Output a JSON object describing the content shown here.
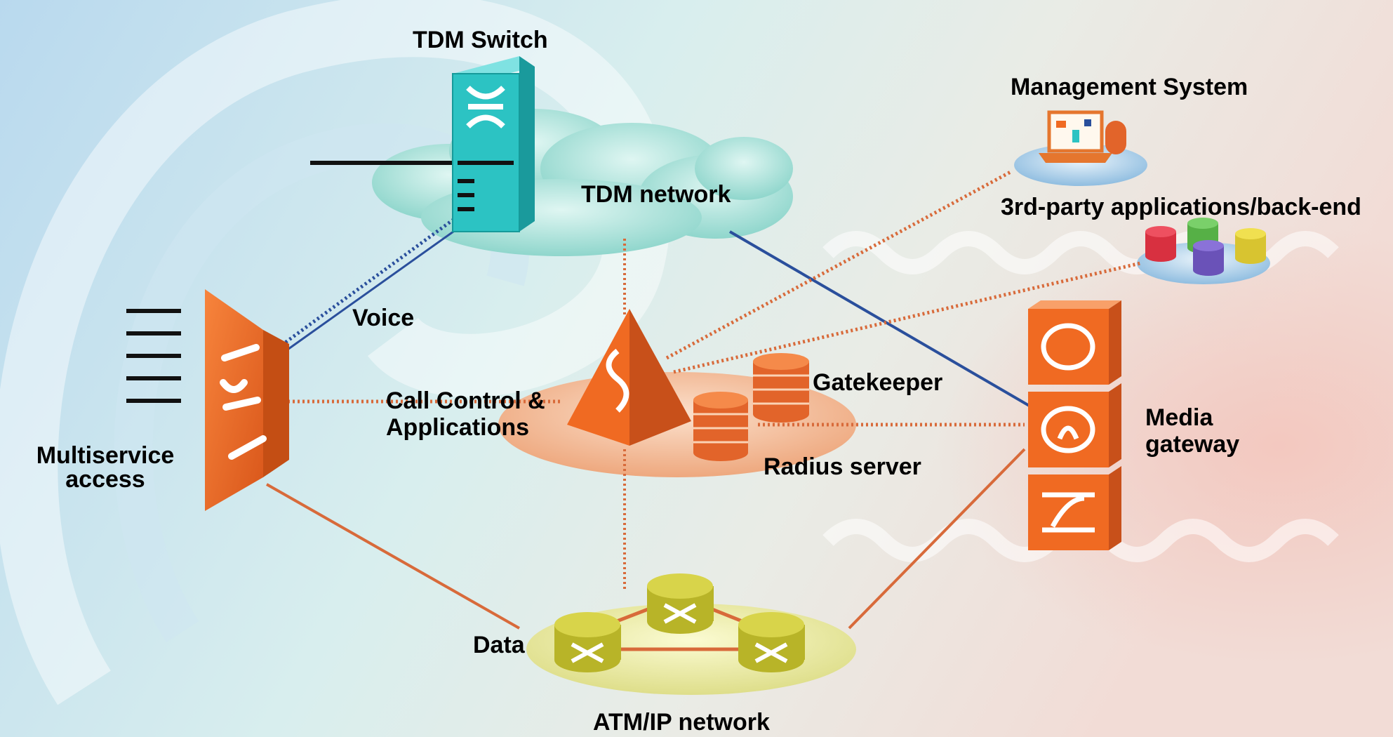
{
  "nodes": {
    "tdm_switch": "TDM Switch",
    "management_system": "Management System",
    "tdm_network": "TDM network",
    "third_party": "3rd-party applications/back-end",
    "voice": "Voice",
    "call_control_line1": "Call Control &",
    "call_control_line2": "Applications",
    "gatekeeper": "Gatekeeper",
    "multiservice_line1": "Multiservice",
    "multiservice_line2": "access",
    "media_gateway_line1": "Media",
    "media_gateway_line2": "gateway",
    "radius_server": "Radius server",
    "data": "Data",
    "atm_ip_network": "ATM/IP network"
  },
  "colors": {
    "orange": "#f06a22",
    "teal": "#2cc3c3",
    "olive": "#c9c43a",
    "link_blue": "#2a4f9c",
    "link_orange": "#d86a3a"
  }
}
